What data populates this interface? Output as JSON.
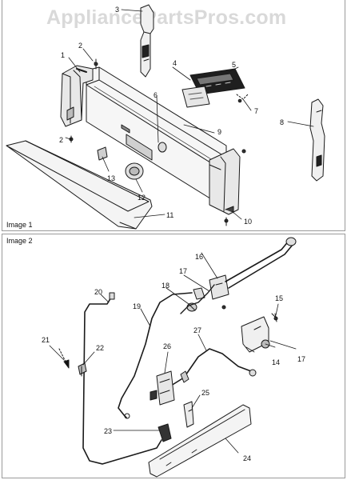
{
  "watermark": "AppliancePartsPros.com",
  "panels": [
    {
      "label": "Image 1"
    },
    {
      "label": "Image 2"
    }
  ],
  "callouts": [
    "1",
    "2",
    "2",
    "3",
    "4",
    "5",
    "6",
    "7",
    "8",
    "9",
    "10",
    "11",
    "12",
    "13",
    "14",
    "15",
    "16",
    "17",
    "17",
    "18",
    "19",
    "20",
    "21",
    "22",
    "23",
    "24",
    "25",
    "26",
    "27"
  ],
  "colors": {
    "line": "#1a1a1a",
    "frame": "#9a9a9a",
    "watermark": "#d9d9d9",
    "fill_light": "#f4f4f4",
    "fill_dark": "#2a2a2a"
  }
}
